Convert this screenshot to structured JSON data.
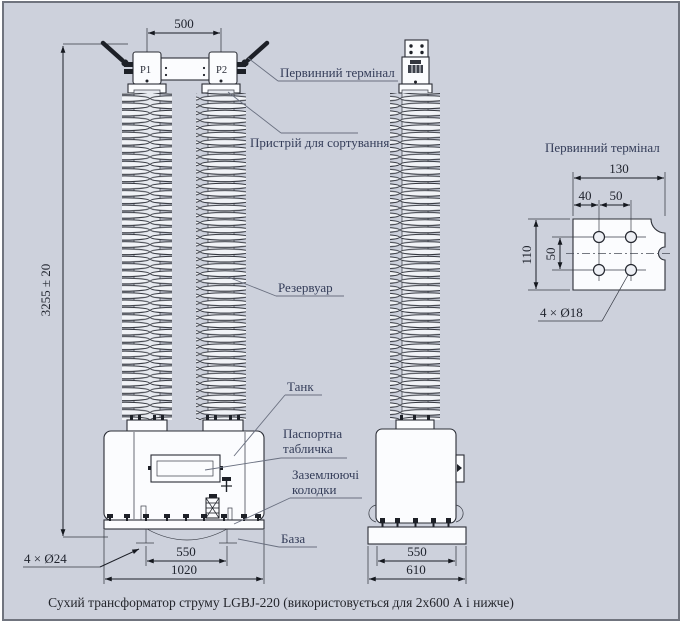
{
  "title": "Сухий трансформатор струму LGBJ-220 (використовується для 2x600 А і нижче)",
  "views": {
    "front": {
      "terminal_p1": "P1",
      "terminal_p2": "P2",
      "dim_terminal_spacing": "500",
      "dim_height": "3255 ± 20",
      "dim_base_bolt_span": "550",
      "dim_base_width": "1020",
      "dim_base_holes": "4 × Ø24"
    },
    "side": {
      "dim_base_bolt_span": "550",
      "dim_base_width": "610"
    },
    "terminal_detail": {
      "title": "Первинний термінал",
      "dim_width": "130",
      "dim_hole_offset": "40",
      "dim_hole_pitch_h": "50",
      "dim_height": "110",
      "dim_hole_pitch_v": "50",
      "dim_holes": "4 × Ø18"
    }
  },
  "callouts": {
    "primary_terminal": "Первинний термінал",
    "sorting_device": "Пристрій для сортування",
    "reservoir": "Резервуар",
    "tank": "Танк",
    "nameplate_l1": "Паспортна",
    "nameplate_l2": "табличка",
    "ground_blocks_l1": "Заземлюючі",
    "ground_blocks_l2": "колодки",
    "base": "База"
  },
  "colors": {
    "background": "#cdd1dc",
    "line": "#2b2e36",
    "callout_text": "#333c58",
    "fill": "#fbfcfe"
  }
}
